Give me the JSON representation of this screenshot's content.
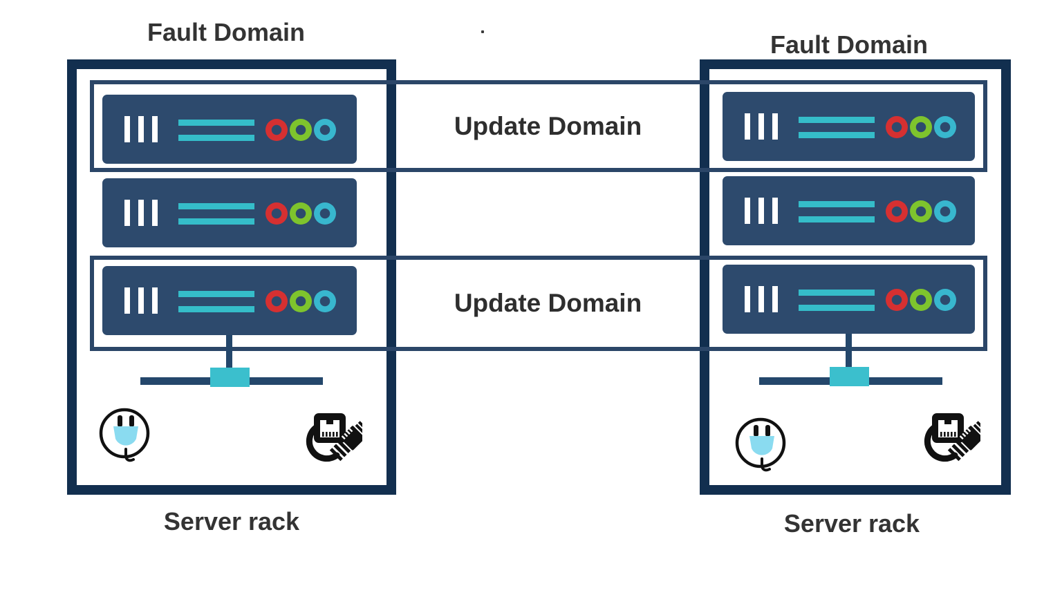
{
  "left_rack": {
    "title": "Fault Domain",
    "caption": "Server rack",
    "server_count": 3
  },
  "right_rack": {
    "title": "Fault Domain",
    "caption": "Server rack",
    "server_count": 3
  },
  "update_domains": [
    {
      "label": "Update Domain"
    },
    {
      "label": "Update Domain"
    }
  ],
  "icons": {
    "power_plug": "power-plug-in-circle",
    "ethernet": "ethernet-rj45-cable",
    "network_switch": "network-switch-with-bus",
    "server_leds": [
      "red",
      "green",
      "cyan"
    ],
    "server_vents": "drive-slot-bars",
    "server_stripes": "chassis-lines"
  },
  "colors": {
    "rack_border": "#122f4f",
    "band_border": "#2b4668",
    "server_fill": "#2d4a6d",
    "stripe_teal": "#35bdc9",
    "switch_teal": "#3bbfcd",
    "bus_navy": "#24476b",
    "led_red": "#d63031",
    "led_green": "#7ec42d",
    "led_cyan": "#38b7ce",
    "plug_blue": "#8adbf0",
    "icon_black": "#111111",
    "text": "#333333"
  }
}
